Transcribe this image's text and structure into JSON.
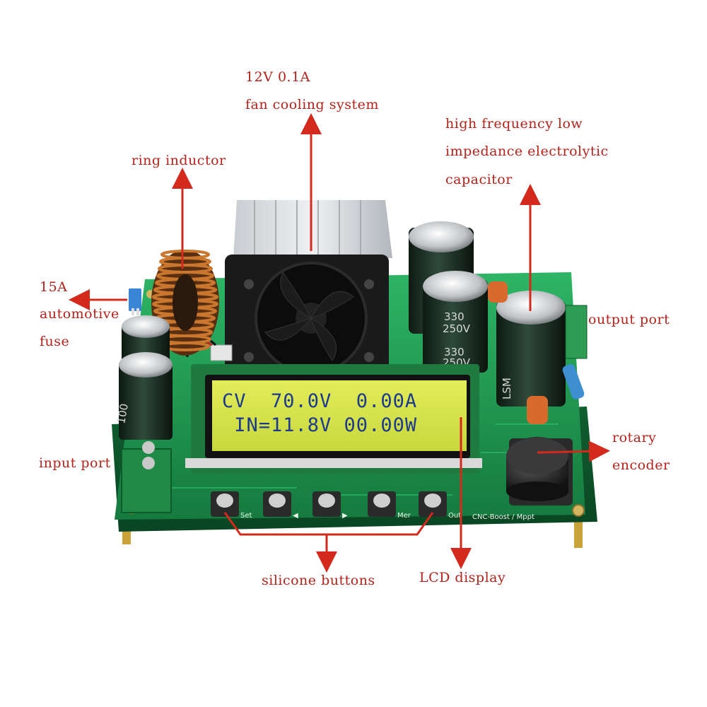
{
  "annotations": {
    "fan": [
      "12V 0.1A",
      "fan cooling system"
    ],
    "ring_inductor": "ring inductor",
    "capacitor": [
      "high frequency low",
      "impedance electrolytic",
      "capacitor"
    ],
    "fuse": [
      "15A",
      "automotive",
      "fuse"
    ],
    "output_port": "output port",
    "input_port": "input port",
    "rotary_encoder": [
      "rotary",
      "encoder"
    ],
    "silicone_buttons": "silicone buttons",
    "lcd_display": "LCD display"
  },
  "lcd": {
    "line1": "CV  70.0V  0.00A",
    "line2": " IN=11.8V 00.00W"
  },
  "board": {
    "capacitor_marking": [
      "330",
      "250V"
    ],
    "capacitor_brand": "LSM",
    "button_labels": [
      "Set",
      "◀",
      "▶",
      "Mer",
      "Out"
    ],
    "board_name": "CNC-Boost / Mppt"
  },
  "colors": {
    "arrow": "#d42a1e",
    "pcb": "#1f9a52",
    "lcd": "#d7e34a"
  }
}
